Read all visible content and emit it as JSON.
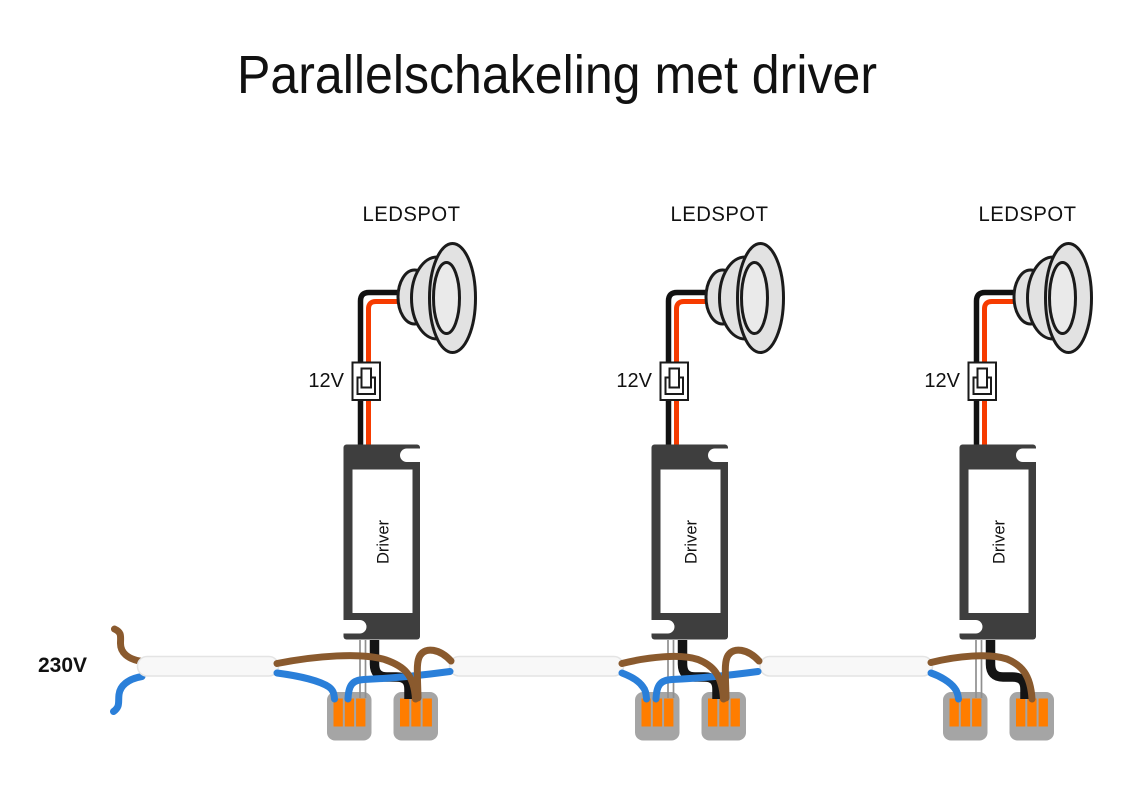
{
  "title": "Parallelschakeling met driver",
  "mains": {
    "voltage_label": "230V"
  },
  "unit_count": 3,
  "unit": {
    "ledspot_label": "LEDSPOT",
    "voltage_label": "12V",
    "driver_label": "Driver"
  },
  "colors": {
    "wire_red": "#f63b00",
    "wire_black": "#141414",
    "wire_brown": "#8a5a2e",
    "wire_blue": "#2a7fd9",
    "connector_orange": "#ff7d00",
    "connector_gray": "#a5a5a5",
    "driver_body": "#3e3e3e",
    "cable_sheath": "#f8f8f8",
    "spot_gray": "#e2e2e2"
  }
}
